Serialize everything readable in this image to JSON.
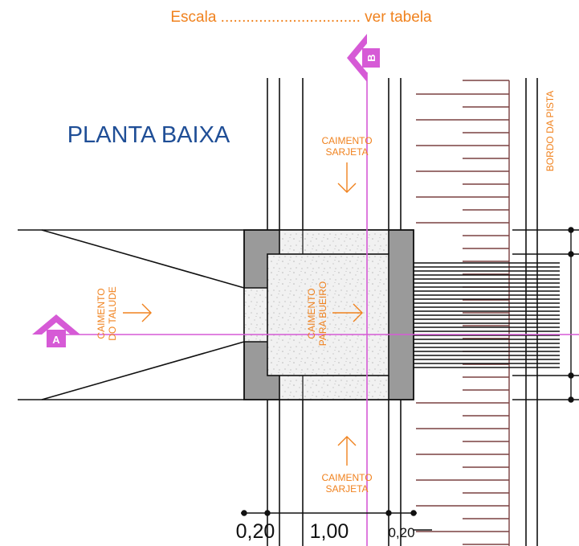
{
  "scale_label": "Escala ................................. ver tabela",
  "title": "PLANTA BAIXA",
  "edge_label": "BORDO DA PISTA",
  "slope_top": [
    "CAIMENTO",
    "SARJETA"
  ],
  "slope_bottom": [
    "CAIMENTO",
    "SARJETA"
  ],
  "slope_embankment": [
    "CAIMENTO",
    "DO TALUDE"
  ],
  "slope_culvert": [
    "CAIMENTO",
    "PARA BUEIRO"
  ],
  "section_a": "A",
  "section_b": "B",
  "dim_left": "0,20",
  "dim_center": "1,00",
  "dim_right": "0,20",
  "colors": {
    "annotation": "#f0821e",
    "title": "#1f4e96",
    "section_marker": "#d65ad6",
    "hatch": "#7a4040",
    "wall": "#9a9a9a"
  }
}
